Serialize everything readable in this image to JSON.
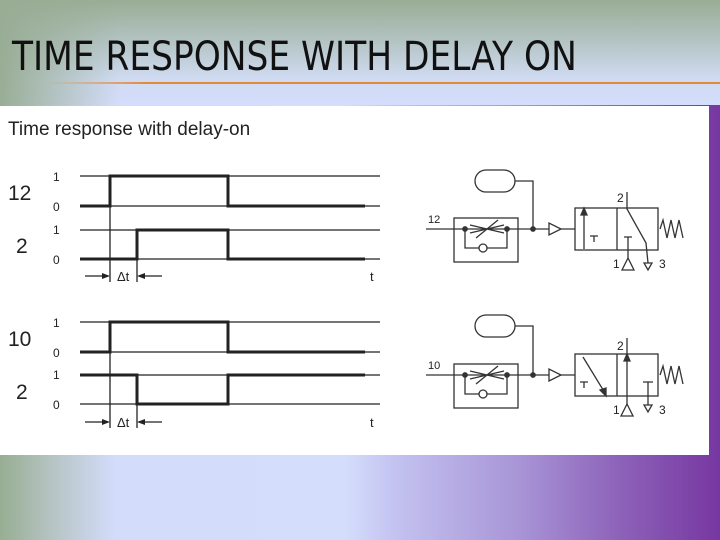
{
  "slide": {
    "title": "TIME RESPONSE WITH DELAY ON",
    "colors": {
      "accent_rule": "#e38a3a",
      "background_left": "#97ae93",
      "background_right": "#7637a1"
    }
  },
  "figure": {
    "caption": "Time response with delay-on",
    "timing_top": {
      "signal_a": "12",
      "signal_b": "2",
      "level_high": "1",
      "level_low": "0",
      "delay_label": "Δt",
      "time_label": "t"
    },
    "timing_bottom": {
      "signal_a": "10",
      "signal_b": "2",
      "level_high": "1",
      "level_low": "0",
      "delay_label": "Δt",
      "time_label": "t"
    },
    "circuit_top": {
      "input_port": "12",
      "port_2": "2",
      "port_1": "1",
      "port_3": "3"
    },
    "circuit_bottom": {
      "input_port": "10",
      "port_2": "2",
      "port_1": "1",
      "port_3": "3"
    }
  }
}
